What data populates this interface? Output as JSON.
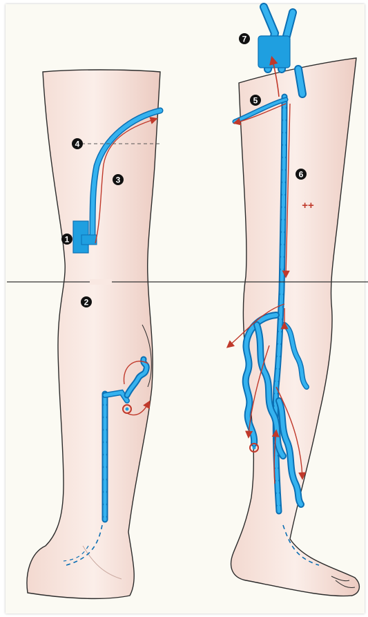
{
  "markers": {
    "m1": "1",
    "m2": "2",
    "m3": "3",
    "m4": "4",
    "m5": "5",
    "m6": "6",
    "m7": "7"
  },
  "annotation_plus": "++",
  "colors": {
    "skin": "#f6e3dc",
    "skin_edge": "#2b2b2b",
    "vein": "#1f9fe0",
    "vein_dark": "#0b6fb3",
    "flow_arrow": "#c0392b",
    "marker_fill": "#111111",
    "background": "#fbfaf3"
  }
}
